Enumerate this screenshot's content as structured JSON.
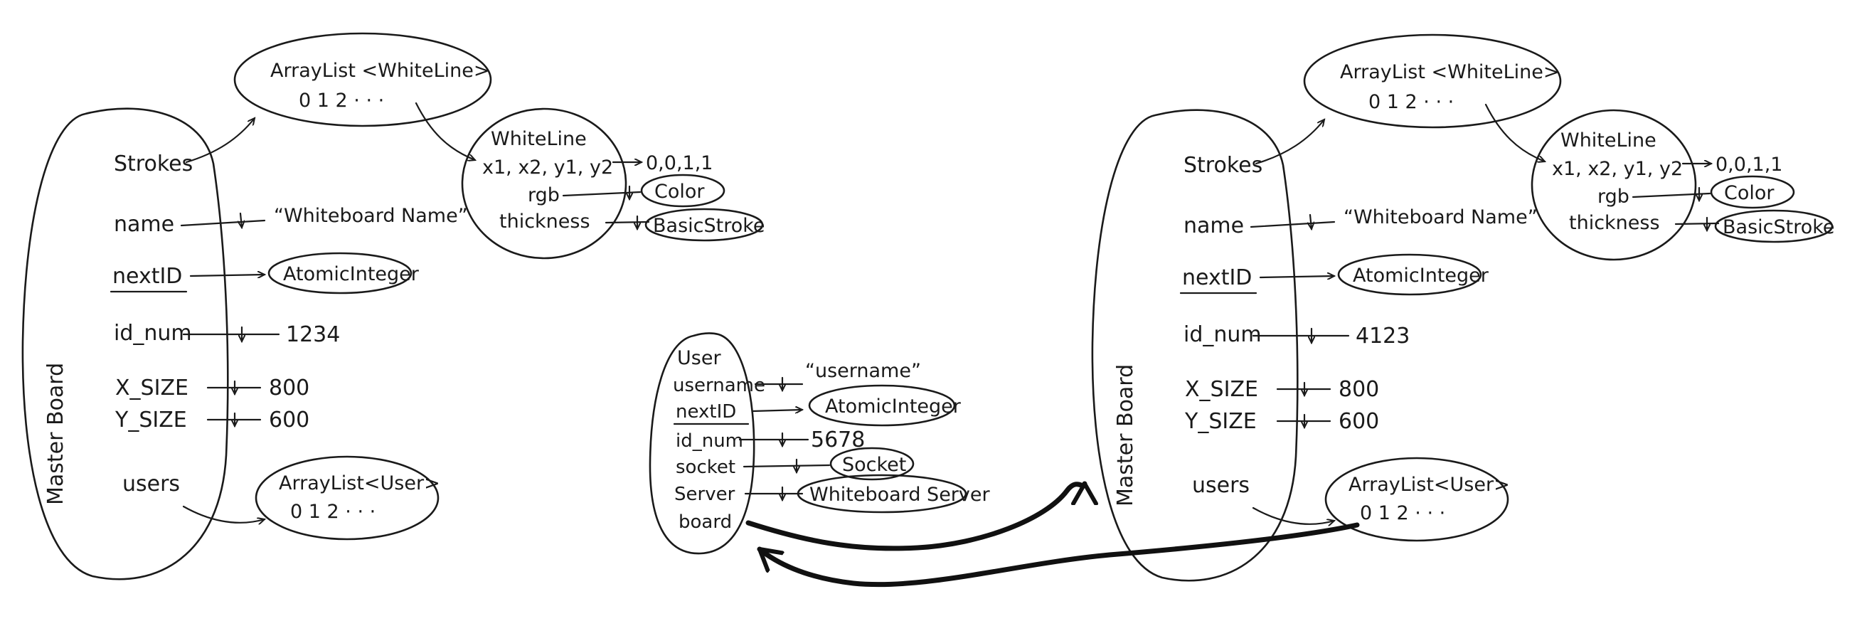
{
  "boards": [
    {
      "label": "Master Board",
      "fields": {
        "strokes": "Strokes",
        "name": "name",
        "next_id": "nextID",
        "id_num": "id_num",
        "x_size": "X_SIZE",
        "y_size": "Y_SIZE",
        "users": "users"
      },
      "values": {
        "name": "“Whiteboard Name”",
        "next_id": "AtomicInteger",
        "id_num": "1234",
        "x_size": "800",
        "y_size": "600"
      },
      "strokes_list": {
        "title": "ArrayList <WhiteLine>",
        "indices": "0   1   2 · · ·"
      },
      "users_list": {
        "title": "ArrayList<User>",
        "indices": "0  1  2 · · ·"
      },
      "white_line": {
        "title": "WhiteLine",
        "coords": "x1, x2, y1, y2",
        "coords_value": "0,0,1,1",
        "rgb": "rgb",
        "rgb_value": "Color",
        "thickness": "thickness",
        "thickness_value": "BasicStroke"
      }
    },
    {
      "label": "Master Board",
      "fields": {
        "strokes": "Strokes",
        "name": "name",
        "next_id": "nextID",
        "id_num": "id_num",
        "x_size": "X_SIZE",
        "y_size": "Y_SIZE",
        "users": "users"
      },
      "values": {
        "name": "“Whiteboard Name”",
        "next_id": "AtomicInteger",
        "id_num": "4123",
        "x_size": "800",
        "y_size": "600"
      },
      "strokes_list": {
        "title": "ArrayList <WhiteLine>",
        "indices": "0   1   2 · · ·"
      },
      "users_list": {
        "title": "ArrayList<User>",
        "indices": "0  1  2 · · ·"
      },
      "white_line": {
        "title": "WhiteLine",
        "coords": "x1, x2, y1, y2",
        "coords_value": "0,0,1,1",
        "rgb": "rgb",
        "rgb_value": "Color",
        "thickness": "thickness",
        "thickness_value": "BasicStroke"
      }
    }
  ],
  "user": {
    "title": "User",
    "fields": {
      "username": "username",
      "next_id": "nextID",
      "id_num": "id_num",
      "socket": "socket",
      "server": "Server",
      "board": "board"
    },
    "values": {
      "username": "“username”",
      "next_id": "AtomicInteger",
      "id_num": "5678",
      "socket": "Socket",
      "server": "Whiteboard Server"
    }
  }
}
